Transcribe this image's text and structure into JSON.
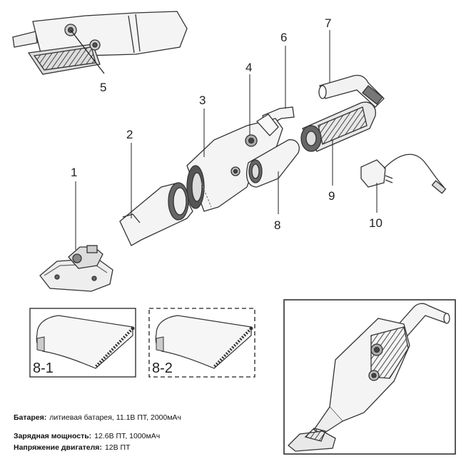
{
  "callouts": [
    "1",
    "2",
    "3",
    "4",
    "5",
    "6",
    "7",
    "8",
    "9",
    "10"
  ],
  "boxes": {
    "box1": "8-1",
    "box2": "8-2"
  },
  "specs": {
    "battery_label": "Батарея:",
    "battery_value": "литиевая батарея, 11.1В ПТ, 2000мАч",
    "charge_label": "Зарядная мощность:",
    "charge_value": "12.6В ПТ, 1000мАч",
    "motor_label": "Напряжение двигателя:",
    "motor_value": "12В ПТ"
  }
}
